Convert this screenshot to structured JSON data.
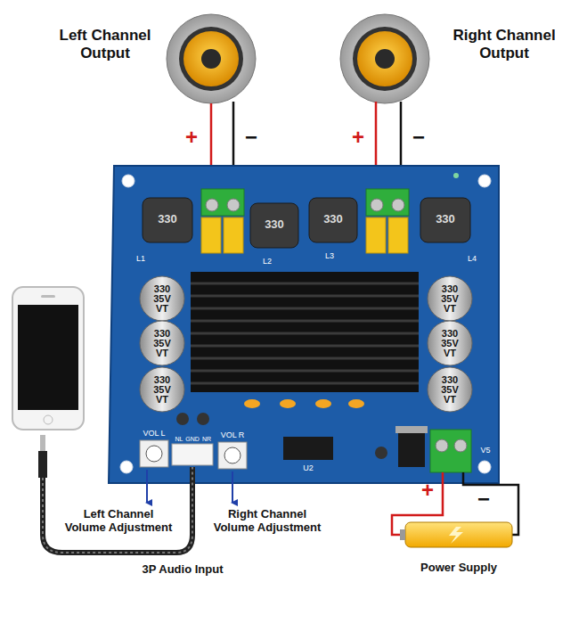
{
  "diagram": {
    "labels": [
      "Left Channel Output",
      "Right Channel Output",
      "+",
      "−",
      "+",
      "−",
      "330",
      "330",
      "330",
      "330",
      "L1",
      "L2",
      "L3",
      "L4",
      "330 35V VT",
      "330 35V VT",
      "330 35V VT",
      "330 35V VT",
      "330 35V VT",
      "330 35V VT",
      "VOL L",
      "VOL R",
      "NL",
      "GND",
      "NR",
      "U2",
      "V5",
      "+",
      "−",
      "Left Channel Volume Adjustment",
      "Right Channel Volume Adjustment",
      "3P Audio Input",
      "Power Supply"
    ]
  }
}
